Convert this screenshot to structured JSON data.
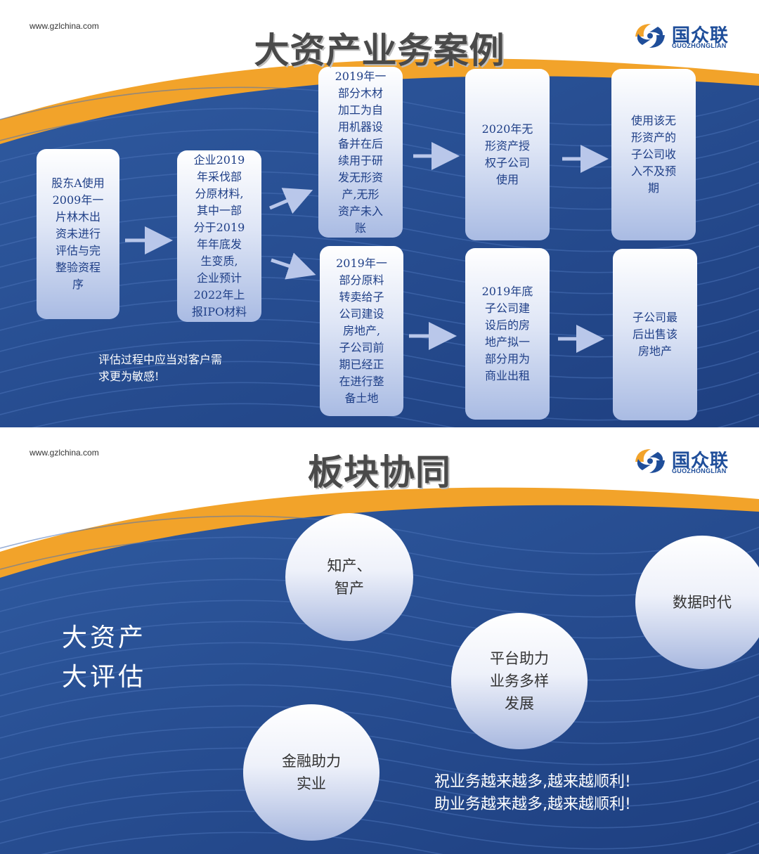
{
  "common": {
    "website": "www.gzlchina.com",
    "logo_cn": "国众联",
    "logo_en": "GUOZHONGLIAN",
    "colors": {
      "blue": "#2a4f93",
      "orange": "#f2a32a",
      "box_text": "#1f3f87"
    }
  },
  "slide1": {
    "title": "大资产业务案例",
    "boxes": [
      "股东A使用\n2009年一\n片林木出\n资未进行\n评估与完\n整验资程\n序",
      "企业2019\n年采伐部\n分原材料,\n其中一部\n分于2019\n年年底发\n生变质,\n企业预计\n2022年上\n报IPO材料",
      "2019年一\n部分木材\n加工为自\n用机器设\n备并在后\n续用于研\n发无形资\n产,无形\n资产未入\n账",
      "2020年无\n形资产授\n权子公司\n使用",
      "使用该无\n形资产的\n子公司收\n入不及预\n期",
      "2019年一\n部分原料\n转卖给子\n公司建设\n房地产,\n子公司前\n期已经正\n在进行整\n备土地",
      "2019年底\n子公司建\n设后的房\n地产拟一\n部分用为\n商业出租",
      "子公司最\n后出售该\n房地产"
    ],
    "note": "评估过程中应当对客户需\n求更为敏感!"
  },
  "slide2": {
    "title": "板块协同",
    "big_text": "大资产\n大评估",
    "circles": [
      "知产、\n智产",
      "数据时代",
      "平台助力\n业务多样\n发展",
      "金融助力\n实业"
    ],
    "slogans": [
      "祝业务越来越多,越来越顺利!",
      "助业务越来越多,越来越顺利!"
    ]
  }
}
